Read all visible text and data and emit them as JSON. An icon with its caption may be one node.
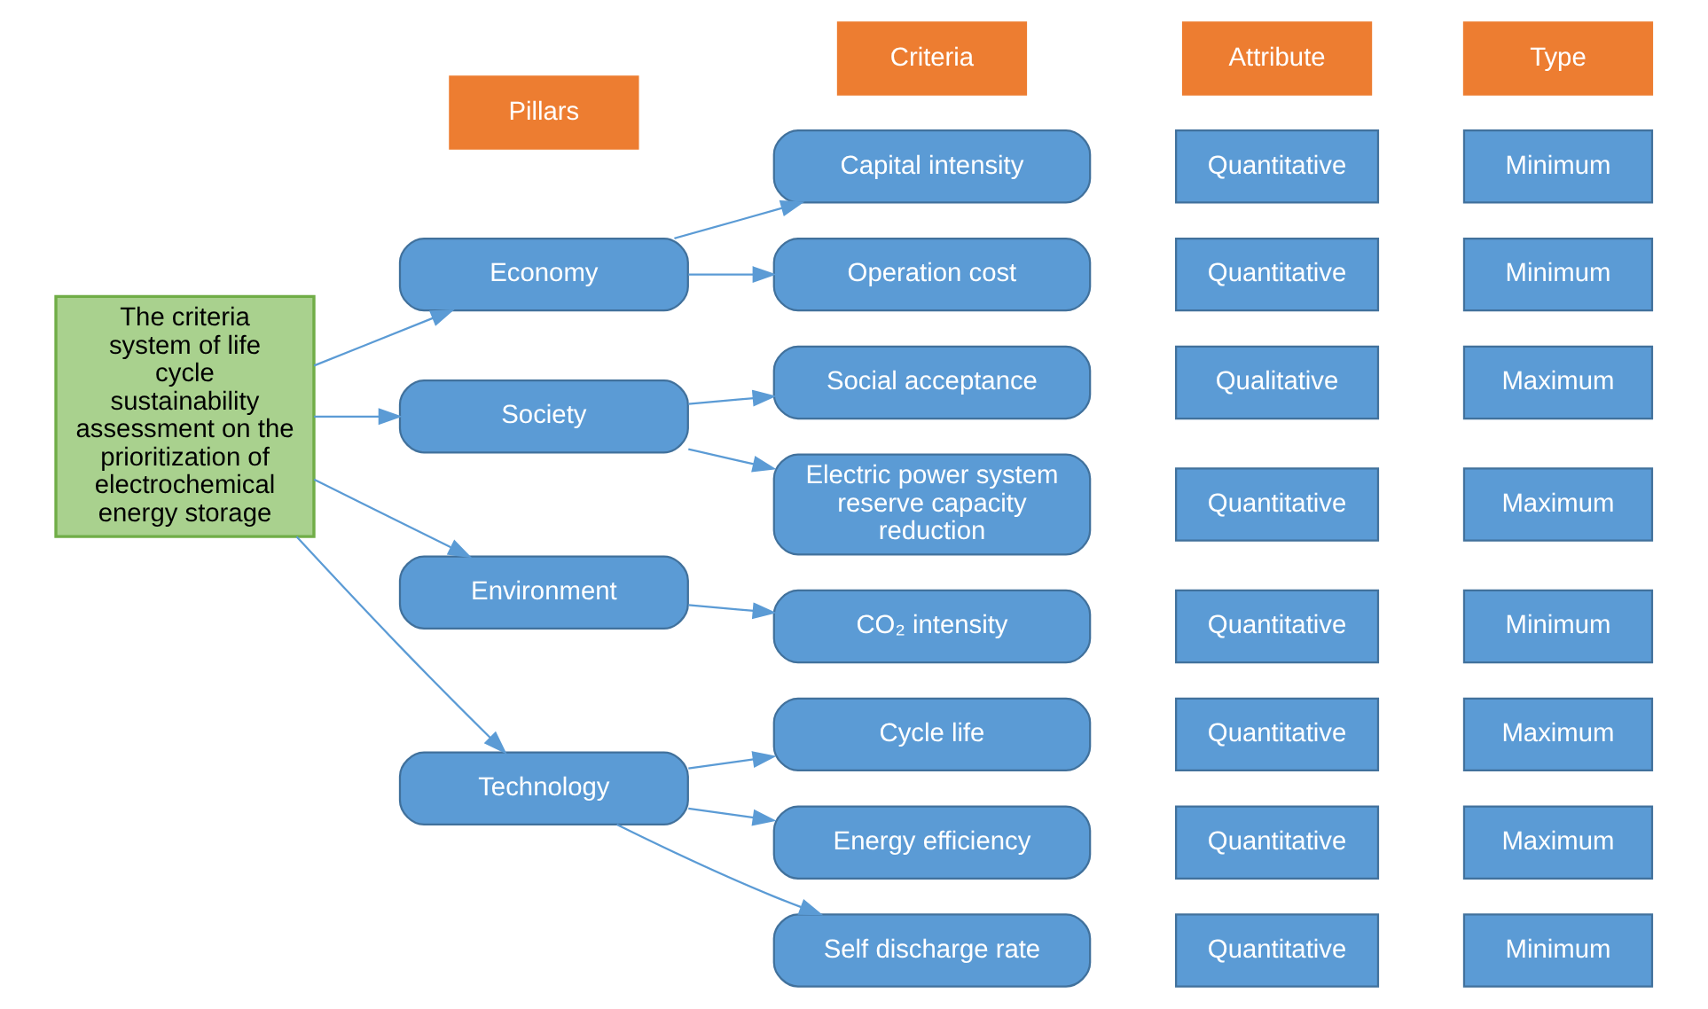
{
  "diagram": {
    "nodes": [
      {
        "text": [
          "The criteria system of life cycle sustainability assessment on the prioritization of electrochemical energy storage"
        ]
      },
      {
        "text": [
          "Pillars"
        ]
      },
      {
        "text": [
          "Criteria"
        ]
      },
      {
        "text": [
          "Attribute"
        ]
      },
      {
        "text": [
          "Type"
        ]
      },
      {
        "text": [
          "Economy"
        ]
      },
      {
        "text": [
          "Society"
        ]
      },
      {
        "text": [
          "Environment"
        ]
      },
      {
        "text": [
          "Technology"
        ]
      },
      {
        "text": [
          "Capital intensity"
        ]
      },
      {
        "text": [
          "Operation cost"
        ]
      },
      {
        "text": [
          "Social acceptance"
        ]
      },
      {
        "text": [
          "Electric power system reserve capacity reduction"
        ]
      },
      {
        "text": [
          "CO₂ intensity"
        ]
      },
      {
        "text": [
          "Cycle life"
        ]
      },
      {
        "text": [
          "Energy efficiency"
        ]
      },
      {
        "text": [
          "Self discharge rate"
        ]
      },
      {
        "text": [
          "Quantitative"
        ]
      },
      {
        "text": [
          "Quantitative"
        ]
      },
      {
        "text": [
          "Qualitative"
        ]
      },
      {
        "text": [
          "Quantitative"
        ]
      },
      {
        "text": [
          "Quantitative"
        ]
      },
      {
        "text": [
          "Quantitative"
        ]
      },
      {
        "text": [
          "Quantitative"
        ]
      },
      {
        "text": [
          "Quantitative"
        ]
      },
      {
        "text": [
          "Minimum"
        ]
      },
      {
        "text": [
          "Minimum"
        ]
      },
      {
        "text": [
          "Maximum"
        ]
      },
      {
        "text": [
          "Maximum"
        ]
      },
      {
        "text": [
          "Minimum"
        ]
      },
      {
        "text": [
          "Maximum"
        ]
      },
      {
        "text": [
          "Maximum"
        ]
      },
      {
        "text": [
          "Minimum"
        ]
      }
    ],
    "edges": [
      {
        "from": 0,
        "to": 5,
        "arrow": "to"
      },
      {
        "from": 0,
        "to": 6,
        "arrow": "to"
      },
      {
        "from": 0,
        "to": 7,
        "arrow": "to"
      },
      {
        "from": 0,
        "to": 8,
        "arrow": "to"
      },
      {
        "from": 5,
        "to": 9,
        "arrow": "to"
      },
      {
        "from": 5,
        "to": 10,
        "arrow": "to"
      },
      {
        "from": 6,
        "to": 11,
        "arrow": "to"
      },
      {
        "from": 6,
        "to": 12,
        "arrow": "to"
      },
      {
        "from": 7,
        "to": 13,
        "arrow": "to"
      },
      {
        "from": 8,
        "to": 14,
        "arrow": "to"
      },
      {
        "from": 8,
        "to": 15,
        "arrow": "to"
      },
      {
        "from": 8,
        "to": 16,
        "arrow": "to"
      }
    ]
  }
}
